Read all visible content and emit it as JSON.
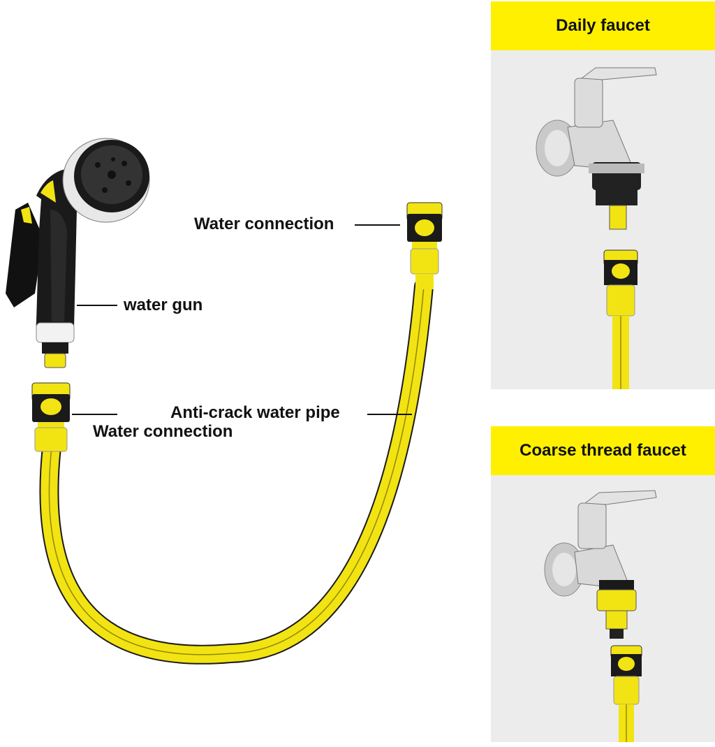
{
  "labels": {
    "water_connection_top": "Water connection",
    "water_gun": "water gun",
    "anti_crack_pipe": "Anti-crack water pipe",
    "water_connection_bottom": "Water connection"
  },
  "panels": {
    "daily": {
      "title": "Daily faucet"
    },
    "coarse": {
      "title": "Coarse thread faucet"
    }
  },
  "colors": {
    "hose_yellow": "#f2e313",
    "header_yellow": "#fff000",
    "panel_bg": "#ececec",
    "connector_black": "#1a1a1a"
  }
}
